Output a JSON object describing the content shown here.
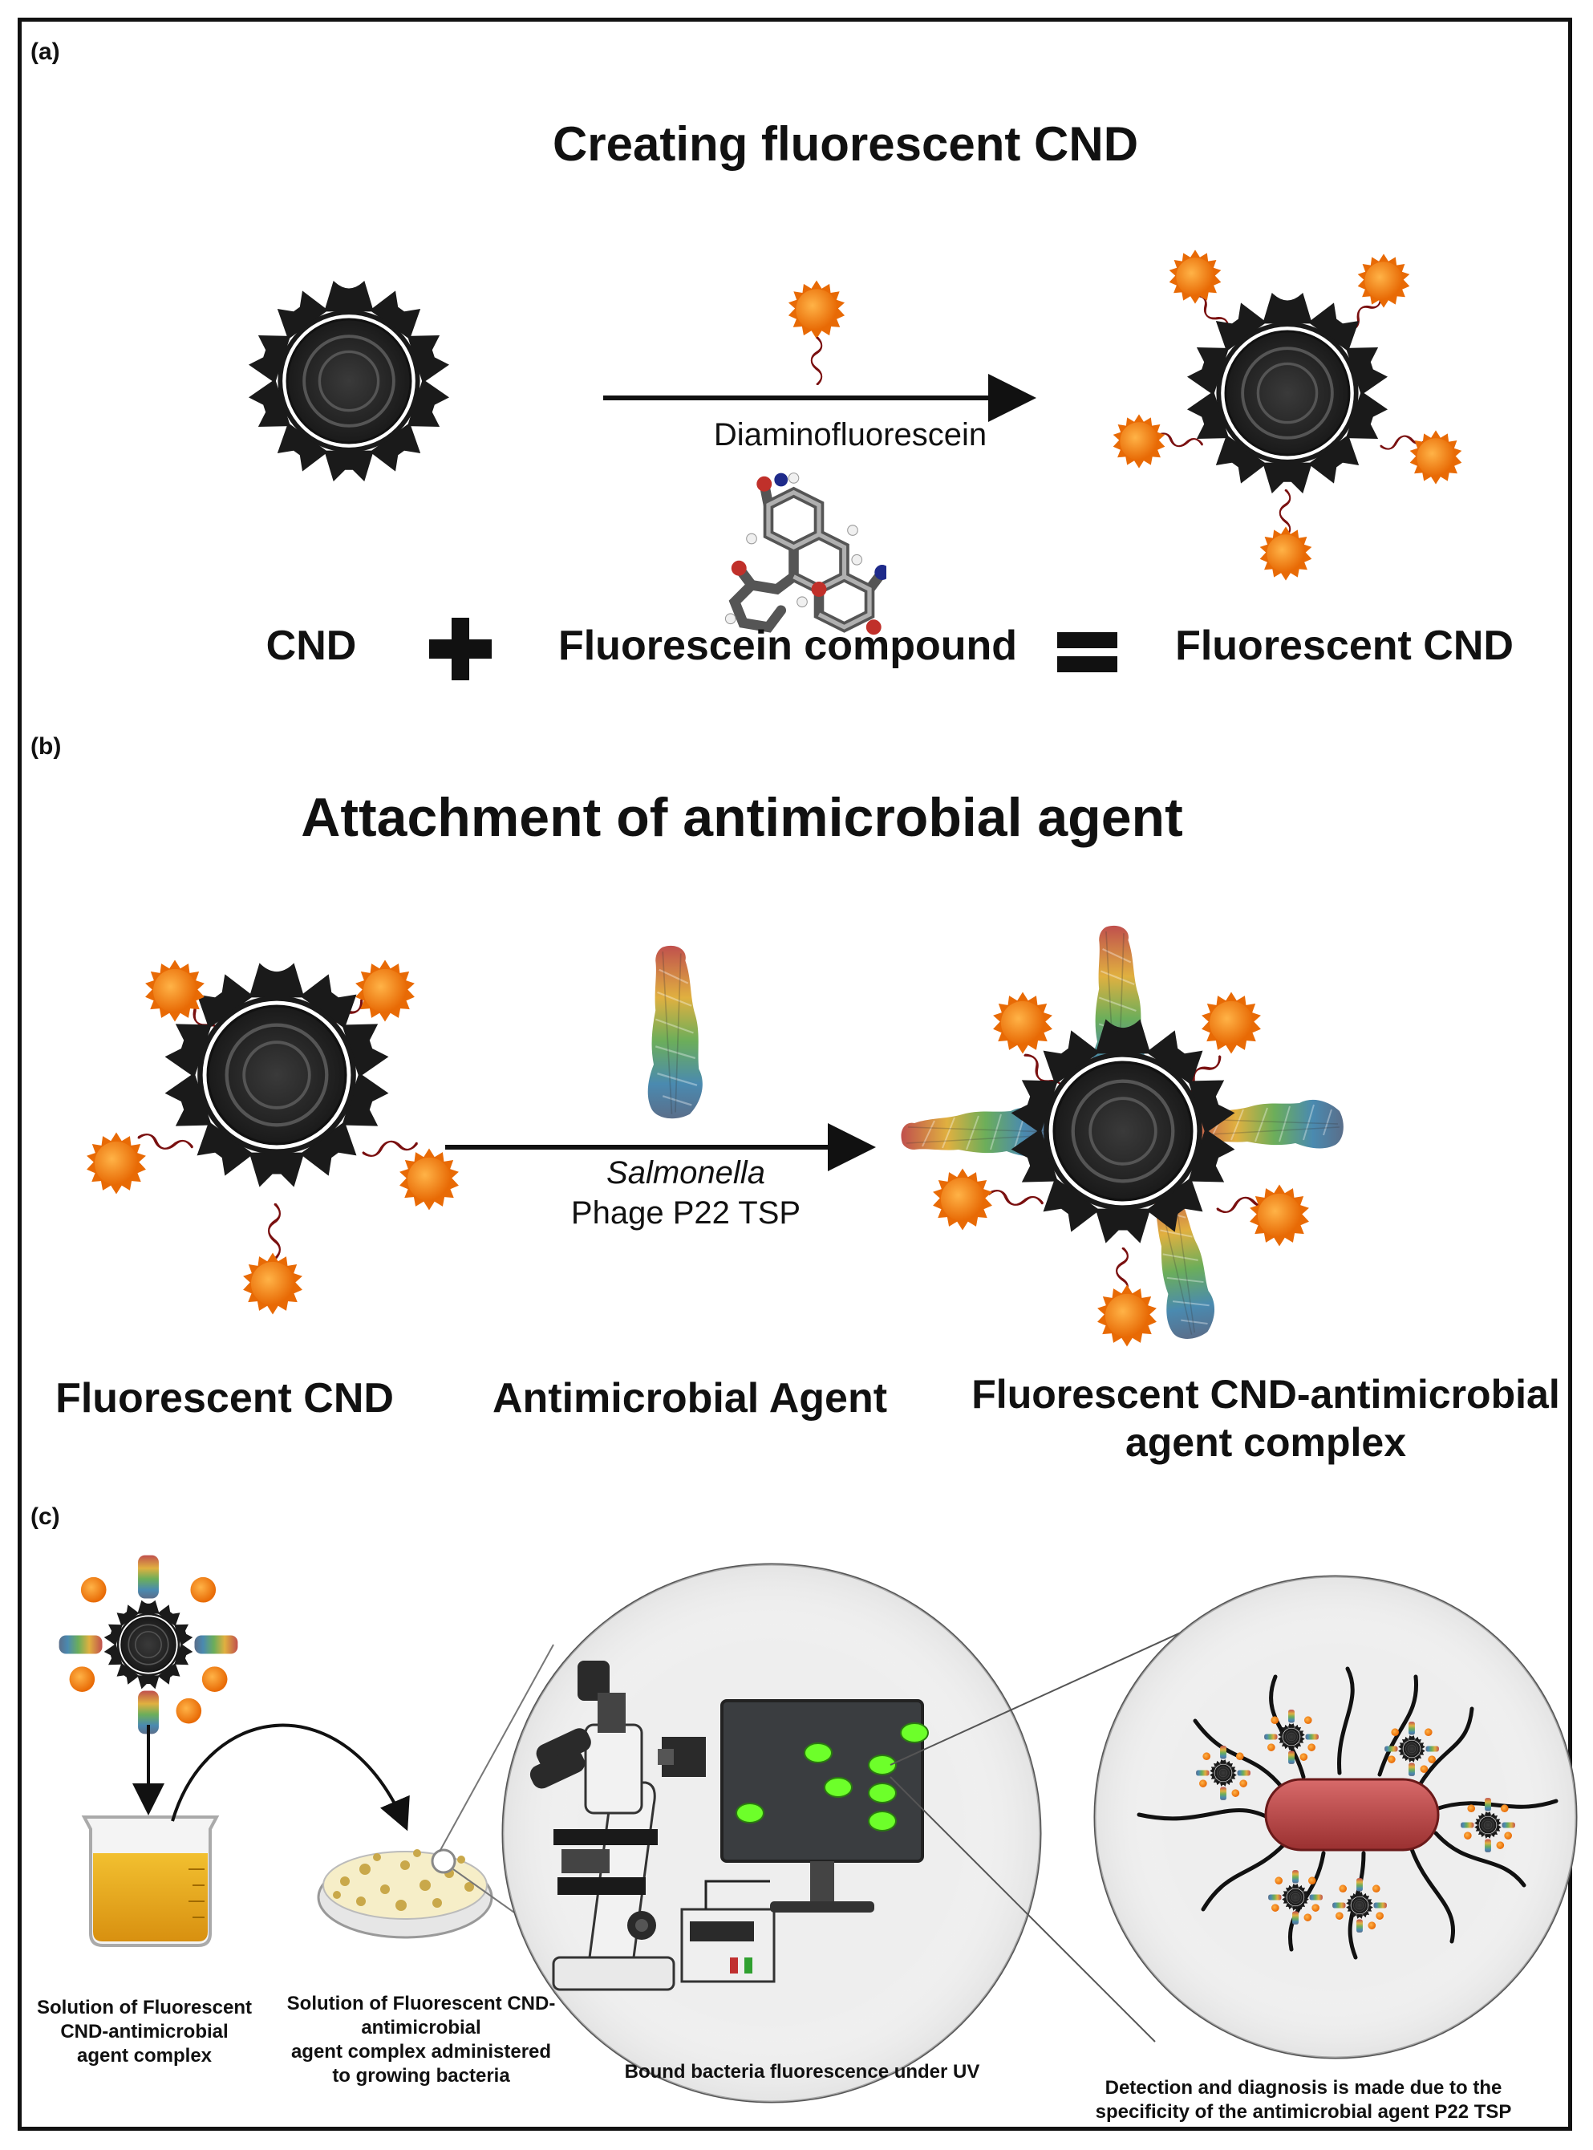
{
  "panel_a": {
    "tag": "(a)",
    "title": "Creating fluorescent CND",
    "arrow_label": "Diaminofluorescein",
    "eq_left": "CND",
    "eq_mid": "Fluorescein compound",
    "eq_right": "Fluorescent CND"
  },
  "panel_b": {
    "tag": "(b)",
    "title": "Attachment of antimicrobial agent",
    "arrow_label_italic": "Salmonella",
    "arrow_label": "Phage P22 TSP",
    "label_left": "Fluorescent CND",
    "label_mid": "Antimicrobial Agent",
    "label_right_1": "Fluorescent CND-antimicrobial",
    "label_right_2": "agent complex"
  },
  "panel_c": {
    "tag": "(c)",
    "cap1": [
      "Solution of Fluorescent",
      "CND-antimicrobial",
      "agent complex"
    ],
    "cap2": [
      "Solution of Fluorescent CND-",
      "antimicrobial",
      "agent complex administered",
      "to growing bacteria"
    ],
    "cap3": "Bound bacteria fluorescence under UV",
    "cap4": [
      "Detection and diagnosis is made due to the",
      "specificity of the antimicrobial agent P22 TSP"
    ]
  },
  "colors": {
    "fluor_orange": "#f07a10",
    "fluor_light": "#ffb347",
    "core_black": "#1a1a1a",
    "linker_red": "#7a1010",
    "uv_green": "#6dff2a",
    "bacterium": "#c04848",
    "liquid": "#e8a81a"
  },
  "icons": [
    "cnd-particle-icon",
    "fluorophore-icon",
    "molecule-icon",
    "protein-icon",
    "beaker-icon",
    "petri-dish-icon",
    "microscope-icon",
    "monitor-icon",
    "bacterium-icon"
  ]
}
